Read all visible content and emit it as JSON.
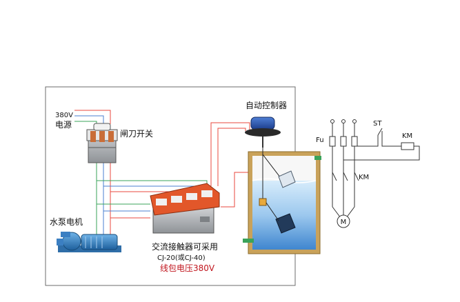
{
  "labels": {
    "power_voltage": "380V",
    "power_source": "电源",
    "knife_switch": "闸刀开关",
    "auto_controller": "自动控制器",
    "pump_motor": "水泵电机",
    "contactor_line1": "交流接触器可采用",
    "contactor_line2": "CJ-20(或CJ-40)",
    "coil_voltage": "线包电压380V"
  },
  "schematic": {
    "fuse": "Fu",
    "start": "ST",
    "km_coil": "KM",
    "km_contacts": "KM",
    "motor": "M"
  },
  "colors": {
    "wire_red": "#e8473c",
    "wire_blue": "#4a7fd1",
    "wire_green": "#3aa35a",
    "contactor_orange": "#e2572a",
    "tank_frame": "#c9a25a",
    "water": "#7fb4e6"
  }
}
